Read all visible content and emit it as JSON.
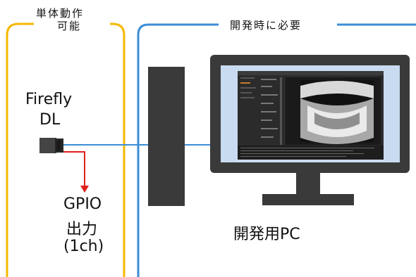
{
  "left_group": {
    "label_line1": "単体動作",
    "label_line2": "可能",
    "border_color": "#F5B800"
  },
  "right_group": {
    "label": "開発時に必要",
    "border_color": "#3C8DD6"
  },
  "camera": {
    "name_line1": "Firefly",
    "name_line2": "DL"
  },
  "gpio": {
    "line1": "GPIO",
    "line2": "出力",
    "line3": "(1ch)",
    "arrow_color": "#E0201B"
  },
  "pc": {
    "label": "開発用PC",
    "body_color": "#3A3A3A",
    "screen_bg": "#C9DBF0"
  },
  "cable_color": "#3C8DD6"
}
